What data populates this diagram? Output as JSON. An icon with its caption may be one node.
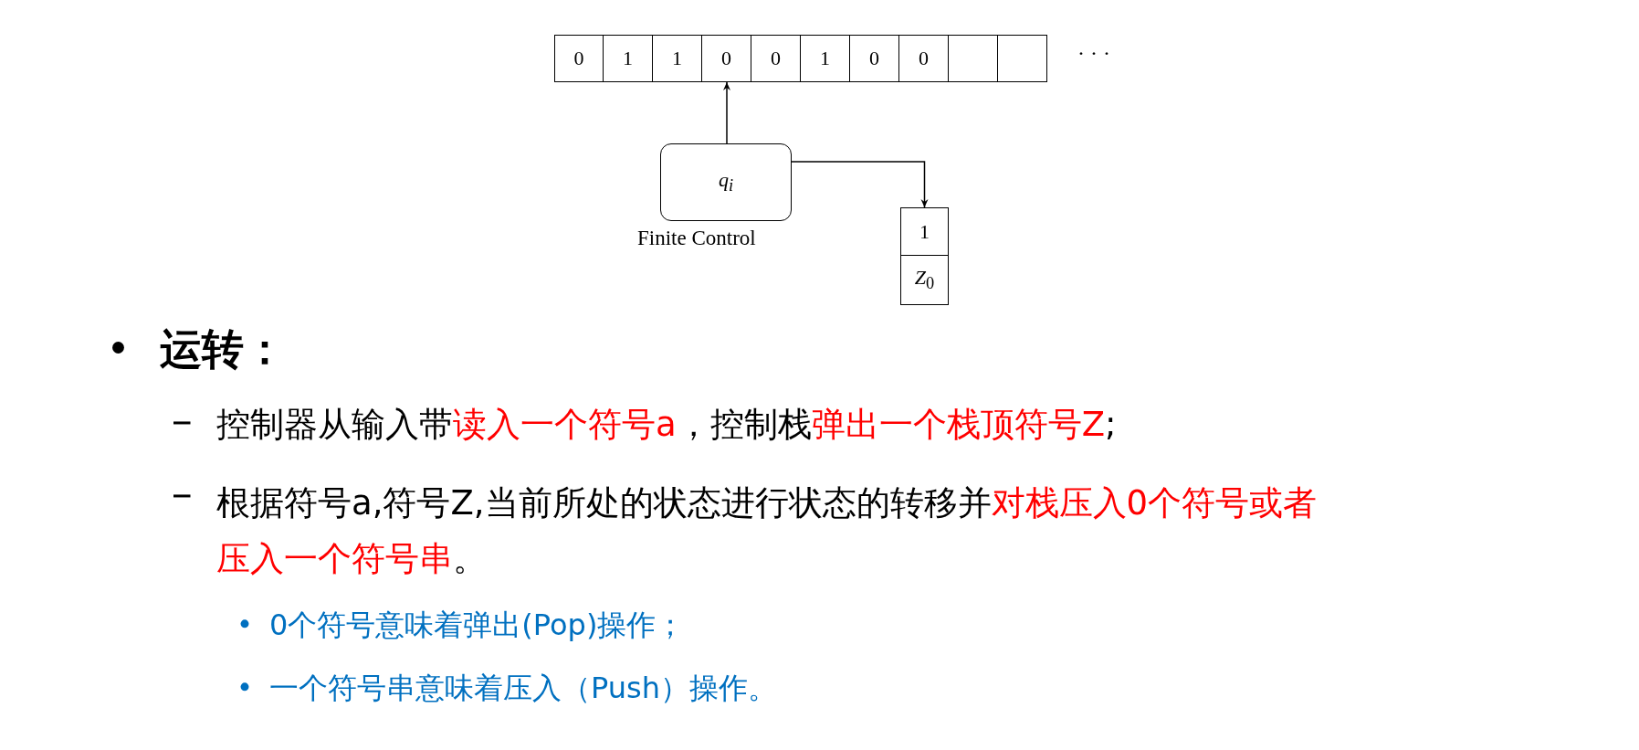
{
  "diagram": {
    "nodes": [
      {
        "text": [
          "0"
        ]
      },
      {
        "text": [
          "1"
        ]
      },
      {
        "text": [
          "1"
        ]
      },
      {
        "text": [
          "0"
        ]
      },
      {
        "text": [
          "0"
        ]
      },
      {
        "text": [
          "1"
        ]
      },
      {
        "text": [
          "0"
        ]
      },
      {
        "text": [
          "0"
        ]
      },
      {
        "text": [],
        "shape": "box"
      },
      {
        "text": [],
        "shape": "box"
      },
      {
        "text": [
          "q$_{i}$"
        ],
        "beside": [
          "Finite Control"
        ]
      },
      {
        "text": [
          "1"
        ]
      },
      {
        "text": [
          "*Z*$_{0}$"
        ]
      }
    ],
    "edges": [
      {
        "from": 10,
        "to": 3,
        "arrow": "to"
      },
      {
        "from": 10,
        "to": 11,
        "arrow": "to"
      }
    ],
    "labels": [
      "· · ·",
      "运转：",
      "控制器从输入带**读入一个符号a**，控制栈**弹出一个栈顶符号Z**;",
      "根据符号a,符号Z,当前所处的状态进行状态的转移并**对栈压入0个符号或者压入一个符号串**。",
      "0个符号意味着弹出(Pop)操作；",
      "一个符号串意味着压入（Push）操作。"
    ]
  }
}
